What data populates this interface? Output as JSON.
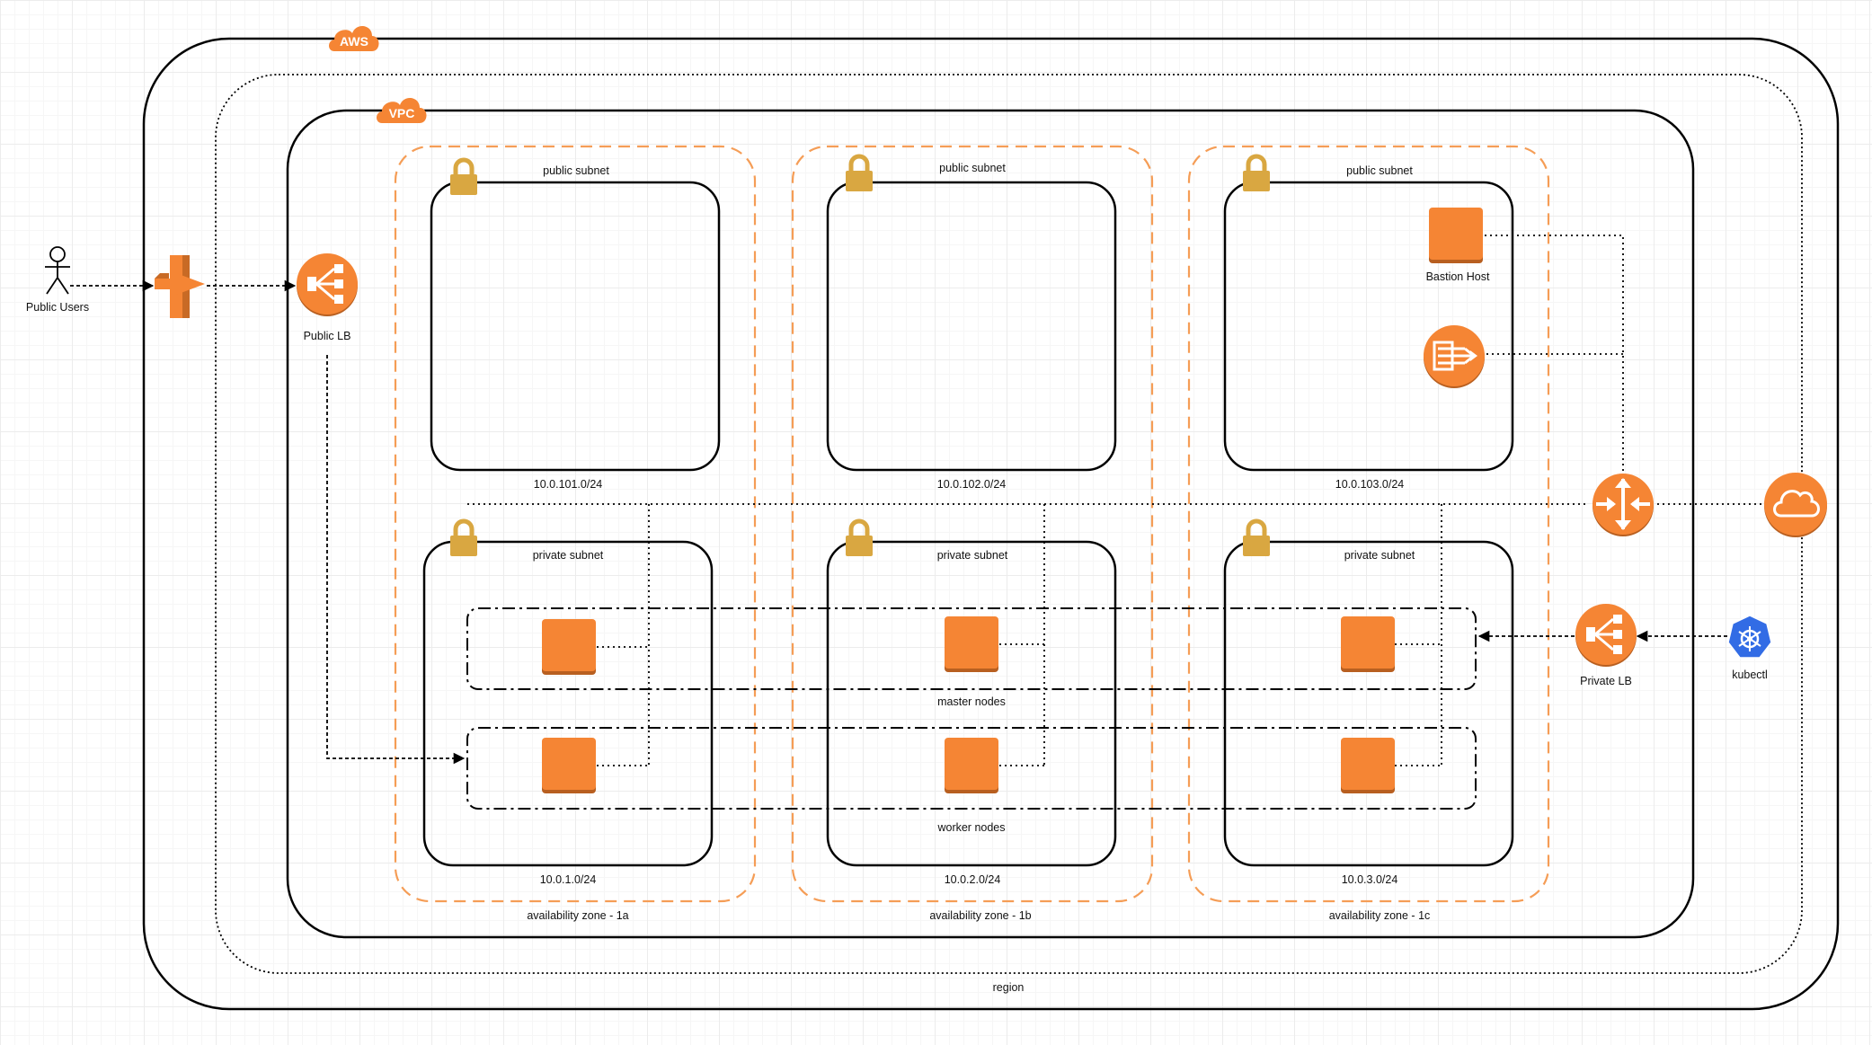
{
  "colors": {
    "aws_orange": "#f58534",
    "subnet_lock": "#d9a741",
    "az_dash": "#f59d56",
    "kubernetes_blue": "#326ce5",
    "line": "#000000"
  },
  "containers": {
    "aws_label": "AWS",
    "vpc_label": "VPC",
    "region_label": "region"
  },
  "availability_zones": [
    {
      "label": "availability zone - 1a"
    },
    {
      "label": "availability zone - 1b"
    },
    {
      "label": "availability zone - 1c"
    }
  ],
  "public_subnets": [
    {
      "title": "public subnet",
      "cidr": "10.0.101.0/24"
    },
    {
      "title": "public subnet",
      "cidr": "10.0.102.0/24"
    },
    {
      "title": "public subnet",
      "cidr": "10.0.103.0/24"
    }
  ],
  "private_subnets": [
    {
      "title": "private subnet",
      "cidr": "10.0.1.0/24"
    },
    {
      "title": "private subnet",
      "cidr": "10.0.2.0/24"
    },
    {
      "title": "private subnet",
      "cidr": "10.0.3.0/24"
    }
  ],
  "groups": {
    "master_label": "master nodes",
    "worker_label": "worker nodes"
  },
  "nodes": {
    "public_users": "Public Users",
    "public_lb": "Public LB",
    "bastion_host": "Bastion Host",
    "private_lb": "Private LB",
    "kubectl": "kubectl"
  },
  "icons": {
    "user": "actor-icon",
    "internet_gateway": "internet-gateway-icon",
    "public_lb": "load-balancer-icon",
    "bastion": "ec2-instance-icon",
    "nat_gateway": "nat-gateway-icon",
    "router": "router-icon",
    "vpn_cloud": "cloud-icon",
    "private_lb": "load-balancer-icon",
    "kubectl": "kubernetes-icon",
    "lock": "lock-icon"
  }
}
